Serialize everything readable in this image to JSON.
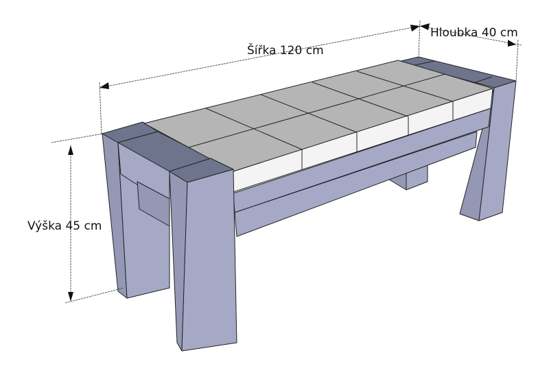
{
  "dimensions": {
    "width_label": "Šířka 120 cm",
    "depth_label": "Hloubka 40 cm",
    "height_label": "Výška 45 cm"
  },
  "colors": {
    "frame_top": "#6f748d",
    "frame_side": "#a5a9c6",
    "frame_shade": "#9498b4",
    "tile_top": "#b5b5b5",
    "tile_side": "#f4f4f4"
  }
}
